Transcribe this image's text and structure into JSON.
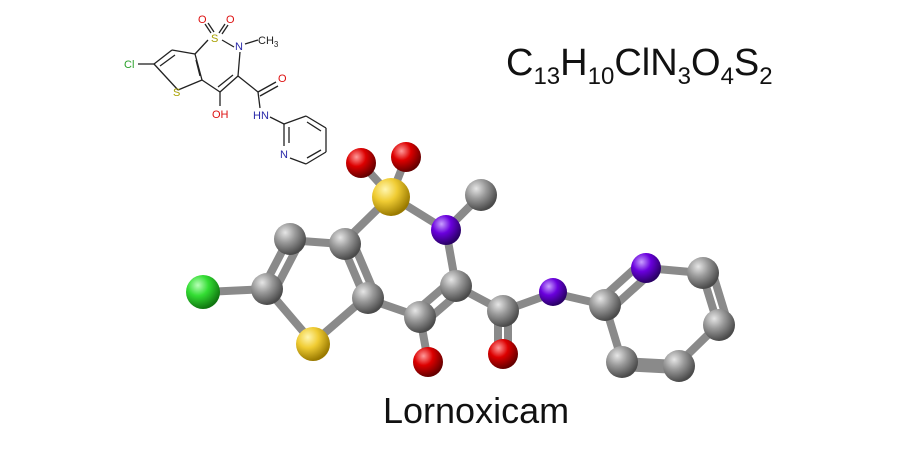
{
  "molecule": {
    "name": "Lornoxicam",
    "formula": [
      {
        "text": "C"
      },
      {
        "text": "13",
        "sub": true
      },
      {
        "text": "H"
      },
      {
        "text": "10",
        "sub": true
      },
      {
        "text": "ClN"
      },
      {
        "text": "3",
        "sub": true
      },
      {
        "text": "O"
      },
      {
        "text": "4",
        "sub": true
      },
      {
        "text": "S"
      },
      {
        "text": "2",
        "sub": true
      }
    ]
  },
  "structure_2d": {
    "labels": {
      "chlorine": "Cl",
      "ring_sulfur": "S",
      "sulfonyl_sulfur": "S",
      "sulfonyl_oxygen_left": "O",
      "sulfonyl_oxygen_right": "O",
      "ring_nitrogen": "N",
      "methyl": "CH",
      "methyl_sub": "3",
      "hydroxyl": "OH",
      "carbonyl_oxygen": "O",
      "amide": "HN",
      "pyridine_nitrogen": "N"
    },
    "colors": {
      "chlorine": "#2aa12a",
      "sulfur": "#a8a000",
      "oxygen": "#dd1111",
      "nitrogen": "#2a2aaa",
      "bond": "#222222"
    }
  },
  "model_3d": {
    "atom_colors": {
      "carbon": "#8c8c8c",
      "chlorine": "#33dd33",
      "sulfur": "#f0cc33",
      "oxygen": "#dd0000",
      "nitrogen": "#6a00dd"
    }
  }
}
